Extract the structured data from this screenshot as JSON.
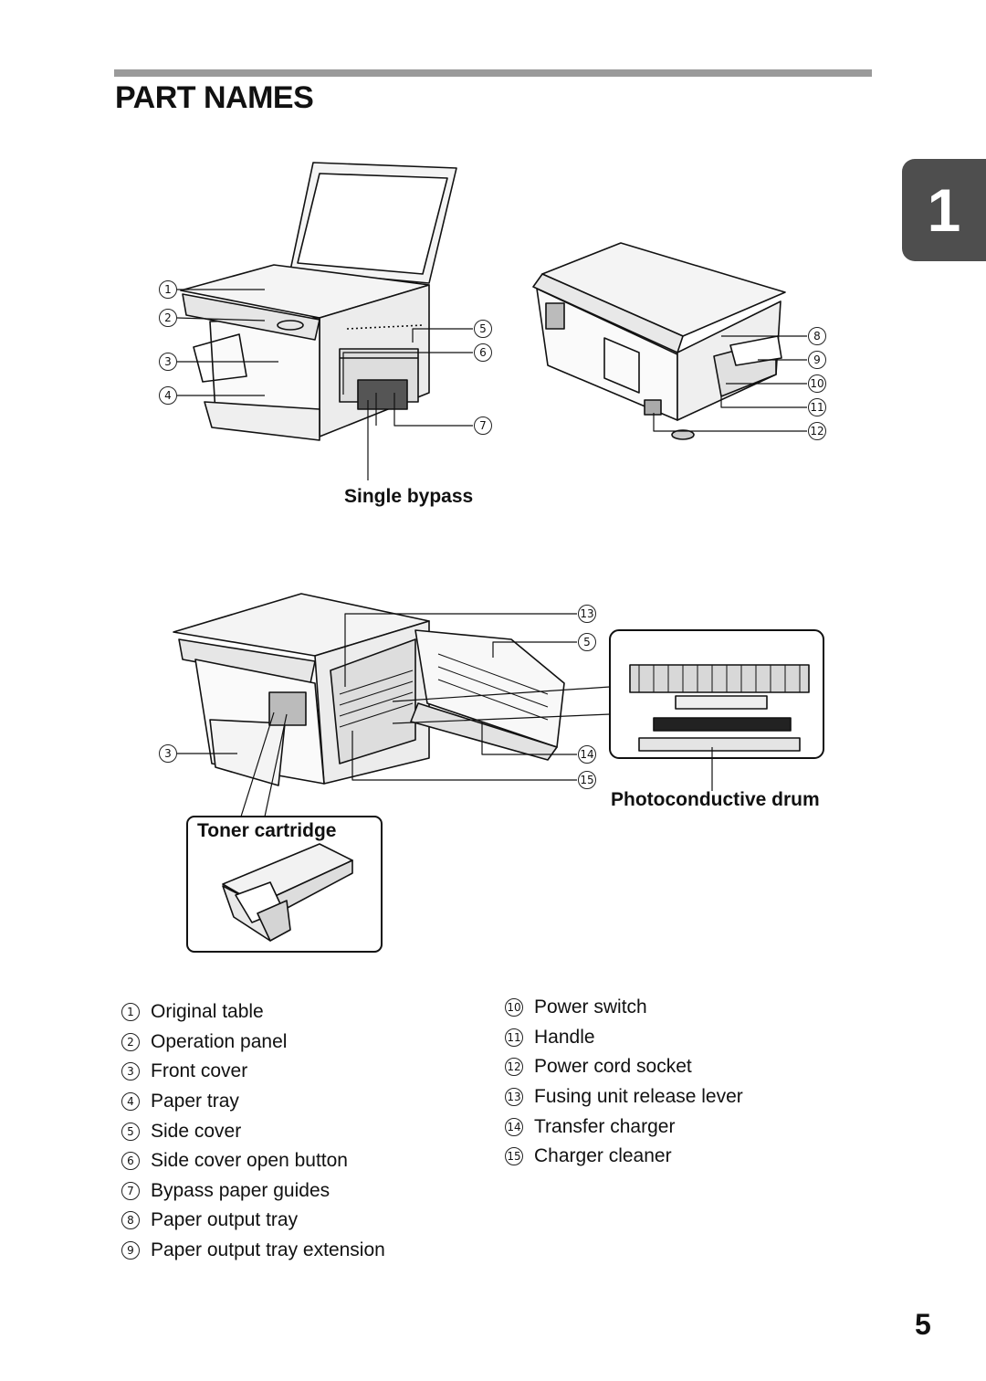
{
  "page": {
    "title": "PART NAMES",
    "chapter_tab": "1",
    "page_number": "5"
  },
  "figure_captions": {
    "single_bypass": "Single bypass",
    "photoconductive_drum": "Photoconductive drum",
    "toner_cartridge": "Toner cartridge"
  },
  "parts_left": [
    {
      "num": "1",
      "name": "Original table"
    },
    {
      "num": "2",
      "name": "Operation panel"
    },
    {
      "num": "3",
      "name": "Front cover"
    },
    {
      "num": "4",
      "name": "Paper tray"
    },
    {
      "num": "5",
      "name": "Side cover"
    },
    {
      "num": "6",
      "name": "Side cover open button"
    },
    {
      "num": "7",
      "name": "Bypass paper guides"
    },
    {
      "num": "8",
      "name": "Paper output tray"
    },
    {
      "num": "9",
      "name": "Paper output tray extension"
    }
  ],
  "parts_right": [
    {
      "num": "10",
      "name": "Power switch"
    },
    {
      "num": "11",
      "name": "Handle"
    },
    {
      "num": "12",
      "name": "Power cord socket"
    },
    {
      "num": "13",
      "name": "Fusing unit release lever"
    },
    {
      "num": "14",
      "name": "Transfer charger"
    },
    {
      "num": "15",
      "name": "Charger cleaner"
    }
  ]
}
